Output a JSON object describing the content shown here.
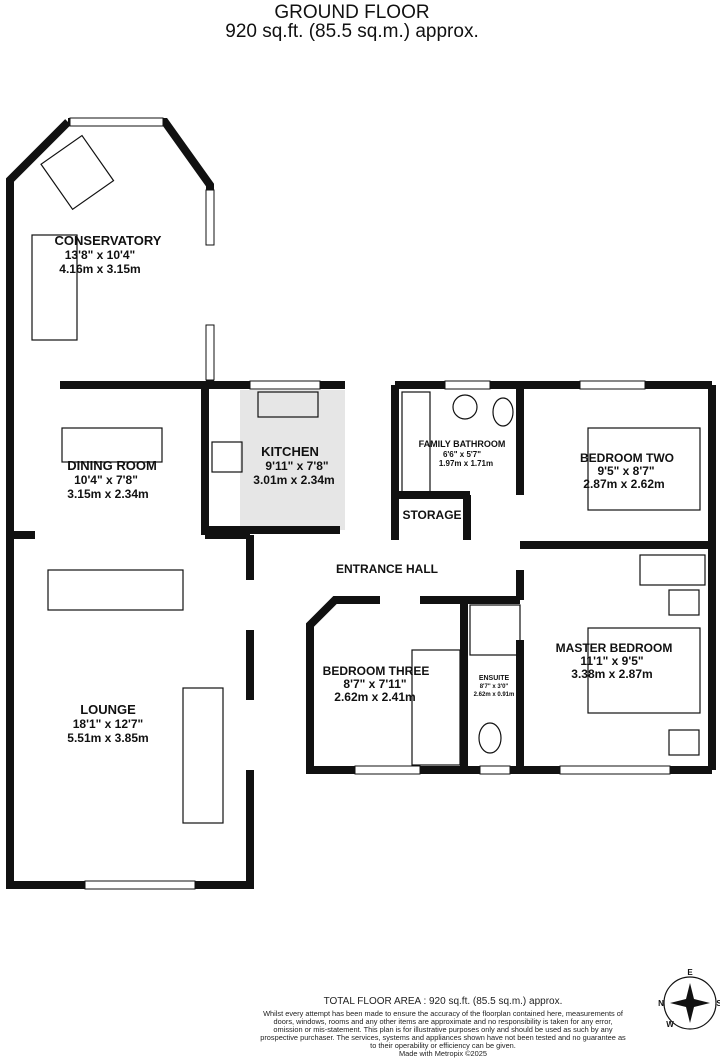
{
  "header": {
    "title": "GROUND FLOOR",
    "area": "920 sq.ft. (85.5 sq.m.) approx."
  },
  "rooms": [
    {
      "name": "CONSERVATORY",
      "imperial": "13'8\" x 10'4\"",
      "metric": "4.16m x 3.15m"
    },
    {
      "name": "DINING ROOM",
      "imperial": "10'4\" x 7'8\"",
      "metric": "3.15m x 2.34m"
    },
    {
      "name": "KITCHEN",
      "imperial": "9'11\" x 7'8\"",
      "metric": "3.01m x 2.34m"
    },
    {
      "name": "FAMILY BATHROOM",
      "imperial": "6'6\" x 5'7\"",
      "metric": "1.97m x 1.71m"
    },
    {
      "name": "BEDROOM TWO",
      "imperial": "9'5\" x 8'7\"",
      "metric": "2.87m x 2.62m"
    },
    {
      "name": "STORAGE"
    },
    {
      "name": "ENTRANCE HALL"
    },
    {
      "name": "MASTER BEDROOM",
      "imperial": "11'1\" x 9'5\"",
      "metric": "3.38m x 2.87m"
    },
    {
      "name": "BEDROOM THREE",
      "imperial": "8'7\" x 7'11\"",
      "metric": "2.62m x 2.41m"
    },
    {
      "name": "ENSUITE",
      "imperial": "8'7\" x 3'0\"",
      "metric": "2.62m x 0.91m"
    },
    {
      "name": "LOUNGE",
      "imperial": "18'1\" x 12'7\"",
      "metric": "5.51m x 3.85m"
    }
  ],
  "footer": {
    "total": "TOTAL FLOOR AREA : 920 sq.ft. (85.5 sq.m.) approx.",
    "disclaimer": "Whilst every attempt has been made to ensure the accuracy of the floorplan contained here, measurements of doors, windows, rooms and any other items are approximate and no responsibility is taken for any error, omission or mis-statement. This plan is for illustrative purposes only and should be used as such by any prospective purchaser. The services, systems and appliances shown have not been tested and no guarantee as to their operability or efficiency can be given.",
    "made_with": "Made with Metropix ©2025"
  },
  "compass": {
    "n": "N",
    "e": "E",
    "s": "S",
    "w": "W"
  },
  "colors": {
    "walls": "#111111",
    "kitchen_floor": "#e6e6e6"
  }
}
